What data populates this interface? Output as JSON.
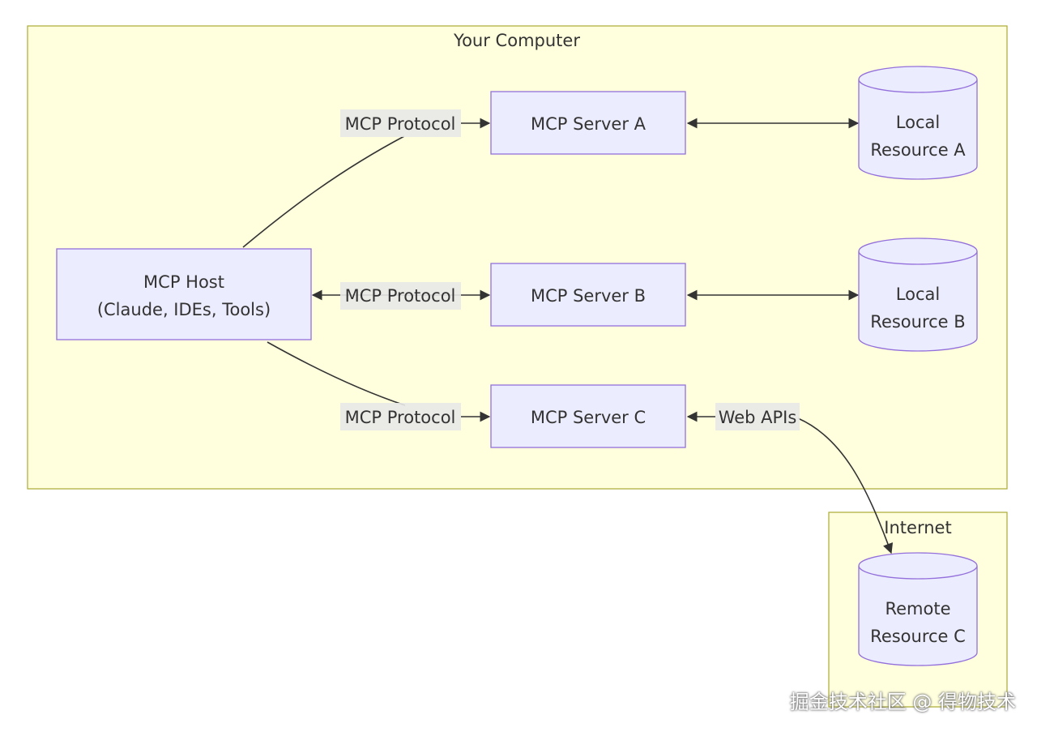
{
  "clusters": {
    "computer": "Your Computer",
    "internet": "Internet"
  },
  "nodes": {
    "host": [
      "MCP Host",
      "(Claude, IDEs, Tools)"
    ],
    "server_a": "MCP Server A",
    "server_b": "MCP Server B",
    "server_c": "MCP Server C",
    "resource_a": [
      "Local",
      "Resource A"
    ],
    "resource_b": [
      "Local",
      "Resource B"
    ],
    "resource_c": [
      "Remote",
      "Resource C"
    ]
  },
  "edges": {
    "host_a": "MCP Protocol",
    "host_b": "MCP Protocol",
    "host_c": "MCP Protocol",
    "c_remote": "Web APIs"
  },
  "watermark": "掘金技术社区 @ 得物技术",
  "colors": {
    "cluster_fill": "#ffffde",
    "cluster_stroke": "#aaaa33",
    "node_fill": "#ECECFF",
    "node_stroke": "#9370DB",
    "edge": "#333333"
  }
}
